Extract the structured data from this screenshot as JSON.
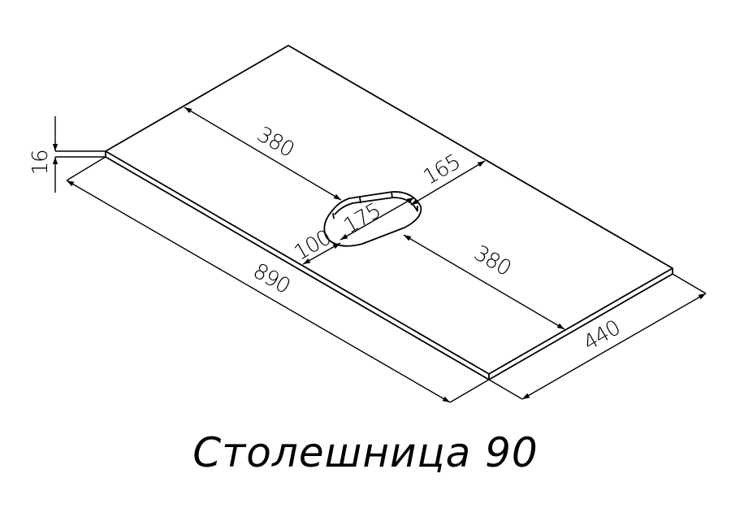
{
  "diagram": {
    "title": "Столешница 90",
    "subject": "countertop-isometric-drawing",
    "units": "mm",
    "line_color": "#000000",
    "background": "#ffffff",
    "dimensions": {
      "thickness": "16",
      "length": "890",
      "depth": "440",
      "hole_offset_left": "380",
      "hole_offset_right": "380",
      "hole_offset_back": "165",
      "hole_length": "175",
      "hole_width": "100"
    }
  }
}
